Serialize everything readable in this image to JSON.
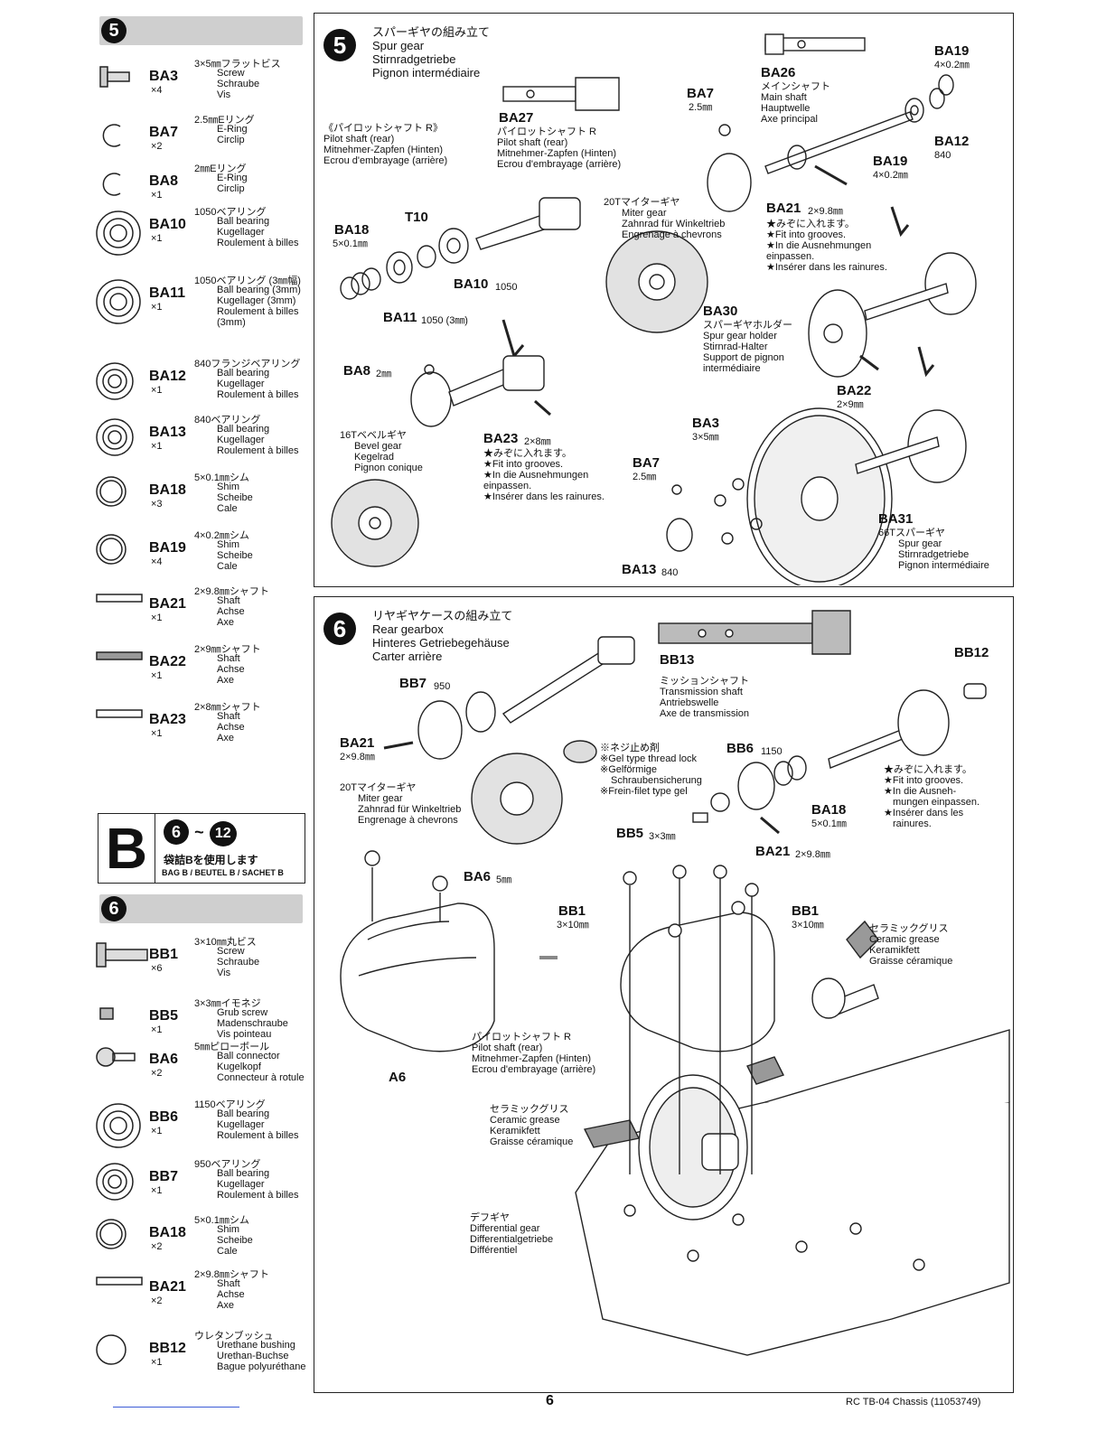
{
  "page_number": "6",
  "footer_code": "RC TB-04 Chassis (11053749)",
  "sidebar_step5": {
    "number": "5",
    "parts": [
      {
        "code": "BA3",
        "qty": "×4",
        "jp": "3×5㎜フラットビス",
        "en": [
          "Screw",
          "Schraube",
          "Vis"
        ],
        "icon": "screw"
      },
      {
        "code": "BA7",
        "qty": "×2",
        "jp": "2.5㎜Eリング",
        "en": [
          "E-Ring",
          "Circlip"
        ],
        "icon": "ering"
      },
      {
        "code": "BA8",
        "qty": "×1",
        "jp": "2㎜Eリング",
        "en": [
          "E-Ring",
          "Circlip"
        ],
        "icon": "ering"
      },
      {
        "code": "BA10",
        "qty": "×1",
        "jp": "1050ベアリング",
        "en": [
          "Ball bearing",
          "Kugellager",
          "Roulement à billes"
        ],
        "icon": "bearing"
      },
      {
        "code": "BA11",
        "qty": "×1",
        "jp": "1050ベアリング (3㎜幅)",
        "en": [
          "Ball bearing (3mm)",
          "Kugellager (3mm)",
          "Roulement à billes",
          "(3mm)"
        ],
        "icon": "bearing"
      },
      {
        "code": "BA12",
        "qty": "×1",
        "jp": "840フランジベアリング",
        "en": [
          "Ball bearing",
          "Kugellager",
          "Roulement à billes"
        ],
        "icon": "bearing-small"
      },
      {
        "code": "BA13",
        "qty": "×1",
        "jp": "840ベアリング",
        "en": [
          "Ball bearing",
          "Kugellager",
          "Roulement à billes"
        ],
        "icon": "bearing-small"
      },
      {
        "code": "BA18",
        "qty": "×3",
        "jp": "5×0.1㎜シム",
        "en": [
          "Shim",
          "Scheibe",
          "Cale"
        ],
        "icon": "shim"
      },
      {
        "code": "BA19",
        "qty": "×4",
        "jp": "4×0.2㎜シム",
        "en": [
          "Shim",
          "Scheibe",
          "Cale"
        ],
        "icon": "shim"
      },
      {
        "code": "BA21",
        "qty": "×1",
        "jp": "2×9.8㎜シャフト",
        "en": [
          "Shaft",
          "Achse",
          "Axe"
        ],
        "icon": "shaft"
      },
      {
        "code": "BA22",
        "qty": "×1",
        "jp": "2×9㎜シャフト",
        "en": [
          "Shaft",
          "Achse",
          "Axe"
        ],
        "icon": "shaft-dark"
      },
      {
        "code": "BA23",
        "qty": "×1",
        "jp": "2×8㎜シャフト",
        "en": [
          "Shaft",
          "Achse",
          "Axe"
        ],
        "icon": "shaft"
      }
    ]
  },
  "bag": {
    "letter": "B",
    "range_from": "6",
    "range_to": "12",
    "jp": "袋詰Bを使用します",
    "en": "BAG B / BEUTEL B / SACHET B"
  },
  "sidebar_step6": {
    "number": "6",
    "parts": [
      {
        "code": "BB1",
        "qty": "×6",
        "jp": "3×10㎜丸ビス",
        "en": [
          "Screw",
          "Schraube",
          "Vis"
        ],
        "icon": "screw-long"
      },
      {
        "code": "BB5",
        "qty": "×1",
        "jp": "3×3㎜イモネジ",
        "en": [
          "Grub screw",
          "Madenschraube",
          "Vis pointeau"
        ],
        "icon": "grub"
      },
      {
        "code": "BA6",
        "qty": "×2",
        "jp": "5㎜ピローボール",
        "en": [
          "Ball connector",
          "Kugelkopf",
          "Connecteur à rotule"
        ],
        "icon": "ball"
      },
      {
        "code": "BB6",
        "qty": "×1",
        "jp": "1150ベアリング",
        "en": [
          "Ball bearing",
          "Kugellager",
          "Roulement à billes"
        ],
        "icon": "bearing"
      },
      {
        "code": "BB7",
        "qty": "×1",
        "jp": "950ベアリング",
        "en": [
          "Ball bearing",
          "Kugellager",
          "Roulement à billes"
        ],
        "icon": "bearing-small"
      },
      {
        "code": "BA18",
        "qty": "×2",
        "jp": "5×0.1㎜シム",
        "en": [
          "Shim",
          "Scheibe",
          "Cale"
        ],
        "icon": "shim"
      },
      {
        "code": "BA21",
        "qty": "×2",
        "jp": "2×9.8㎜シャフト",
        "en": [
          "Shaft",
          "Achse",
          "Axe"
        ],
        "icon": "shaft"
      },
      {
        "code": "BB12",
        "qty": "×1",
        "jp": "ウレタンブッシュ",
        "en": [
          "Urethane bushing",
          "Urethan-Buchse",
          "Bague polyuréthane"
        ],
        "icon": "bushing"
      }
    ]
  },
  "step5": {
    "number": "5",
    "title_jp": "スパーギヤの組み立て",
    "title": [
      "Spur gear",
      "Stirnradgetriebe",
      "Pignon intermédiaire"
    ],
    "pilot_jp": "《パイロットシャフト R》",
    "pilot": [
      "Pilot shaft (rear)",
      "Mitnehmer-Zapfen (Hinten)",
      "Ecrou d'embrayage (arrière)"
    ],
    "ba27": {
      "code": "BA27",
      "jp": "パイロットシャフト R",
      "en": [
        "Pilot shaft (rear)",
        "Mitnehmer-Zapfen (Hinten)",
        "Ecrou d'embrayage (arrière)"
      ]
    },
    "ba18": {
      "code": "BA18",
      "spec": "5×0.1㎜"
    },
    "t10": "T10",
    "ba10": {
      "code": "BA10",
      "spec": "1050"
    },
    "ba11": {
      "code": "BA11",
      "spec": "1050 (3㎜)"
    },
    "ba8": {
      "code": "BA8",
      "spec": "2㎜"
    },
    "bevel": {
      "jp": "16Tベベルギヤ",
      "en": [
        "Bevel gear",
        "Kegelrad",
        "Pignon conique"
      ]
    },
    "ba23": {
      "code": "BA23",
      "spec": "2×8㎜",
      "notes": [
        "★みぞに入れます。",
        "★Fit into grooves.",
        "★In die Ausnehmungen",
        "einpassen.",
        "★Insérer dans les rainures."
      ]
    },
    "ba26": {
      "code": "BA26",
      "jp": "メインシャフト",
      "en": [
        "Main shaft",
        "Hauptwelle",
        "Axe principal"
      ]
    },
    "ba19a": {
      "code": "BA19",
      "spec": "4×0.2㎜"
    },
    "ba19b": {
      "code": "BA19",
      "spec": "4×0.2㎜"
    },
    "ba12": {
      "code": "BA12",
      "spec": "840"
    },
    "ba7a": {
      "code": "BA7",
      "spec": "2.5㎜"
    },
    "miter": {
      "jp": "20Tマイターギヤ",
      "en": [
        "Miter gear",
        "Zahnrad für Winkeltrieb",
        "Engrenage à chevrons"
      ]
    },
    "ba21": {
      "code": "BA21",
      "spec": "2×9.8㎜",
      "notes": [
        "★みぞに入れます。",
        "★Fit into grooves.",
        "★In die Ausnehmungen",
        "einpassen.",
        "★Insérer dans les rainures."
      ]
    },
    "ba30": {
      "code": "BA30",
      "jp": "スパーギヤホルダー",
      "en": [
        "Spur gear holder",
        "Stirnrad-Halter",
        "Support de pignon",
        "intermédiaire"
      ]
    },
    "ba22": {
      "code": "BA22",
      "spec": "2×9㎜"
    },
    "ba3": {
      "code": "BA3",
      "spec": "3×5㎜"
    },
    "ba7b": {
      "code": "BA7",
      "spec": "2.5㎜"
    },
    "ba31": {
      "code": "BA31",
      "jp": "66Tスパーギヤ",
      "en": [
        "Spur gear",
        "Stirnradgetriebe",
        "Pignon intermédiaire"
      ]
    },
    "ba13": {
      "code": "BA13",
      "spec": "840"
    }
  },
  "step6": {
    "number": "6",
    "title_jp": "リヤギヤケースの組み立て",
    "title": [
      "Rear gearbox",
      "Hinteres Getriebegehäuse",
      "Carter arrière"
    ],
    "bb13": {
      "code": "BB13",
      "jp": "ミッションシャフト",
      "en": [
        "Transmission shaft",
        "Antriebswelle",
        "Axe de transmission"
      ]
    },
    "bb7": {
      "code": "BB7",
      "spec": "950"
    },
    "bb12": {
      "code": "BB12"
    },
    "ba21a": {
      "code": "BA21",
      "spec": "2×9.8㎜"
    },
    "miter": {
      "jp": "20Tマイターギヤ",
      "en": [
        "Miter gear",
        "Zahnrad für Winkeltrieb",
        "Engrenage à chevrons"
      ]
    },
    "threadlock": [
      "※ネジ止め剤",
      "※Gel type thread lock",
      "※Gelförmige",
      "Schraubensicherung",
      "※Frein-filet type gel"
    ],
    "bb6": {
      "code": "BB6",
      "spec": "1150"
    },
    "ba18": {
      "code": "BA18",
      "spec": "5×0.1㎜"
    },
    "bb5": {
      "code": "BB5",
      "spec": "3×3㎜"
    },
    "ba21b": {
      "code": "BA21",
      "spec": "2×9.8㎜"
    },
    "groove_notes": [
      "★みぞに入れます。",
      "★Fit into grooves.",
      "★In die Ausneh-",
      "mungen einpassen.",
      "★Insérer dans les",
      "rainures."
    ],
    "ba6": {
      "code": "BA6",
      "spec": "5㎜"
    },
    "a6": "A6",
    "bb1a": {
      "code": "BB1",
      "spec": "3×10㎜"
    },
    "bb1b": {
      "code": "BB1",
      "spec": "3×10㎜"
    },
    "grease1": {
      "jp": "セラミックグリス",
      "en": [
        "Ceramic grease",
        "Keramikfett",
        "Graisse céramique"
      ]
    },
    "pilot": {
      "jp": "パイロットシャフト R",
      "en": [
        "Pilot shaft (rear)",
        "Mitnehmer-Zapfen (Hinten)",
        "Ecrou d'embrayage (arrière)"
      ]
    },
    "grease2": {
      "jp": "セラミックグリス",
      "en": [
        "Ceramic grease",
        "Keramikfett",
        "Graisse céramique"
      ]
    },
    "diff": {
      "jp": "デフギヤ",
      "en": [
        "Differential gear",
        "Differentialgetriebe",
        "Différentiel"
      ]
    }
  }
}
